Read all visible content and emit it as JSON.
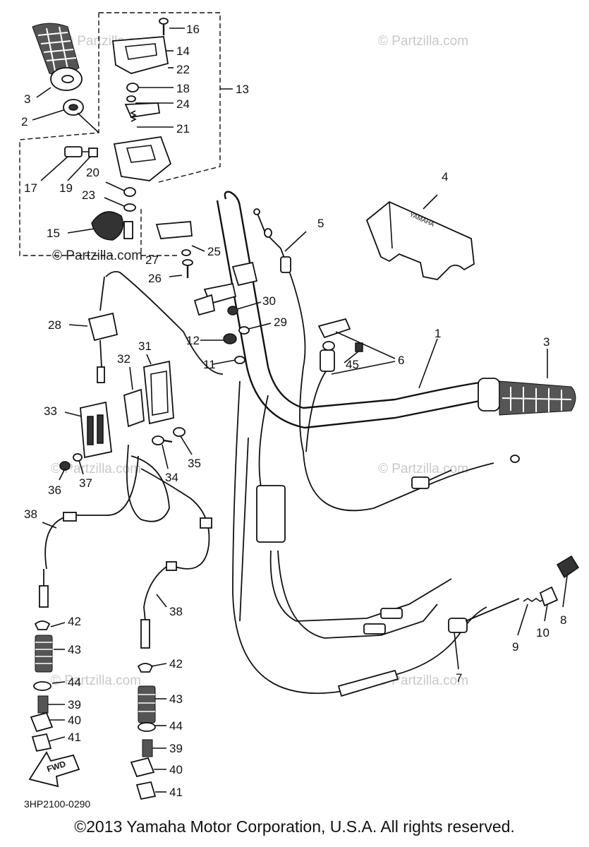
{
  "diagram_code": "3HP2100-0290",
  "copyright": "©2013 Yamaha Motor Corporation, U.S.A. All rights reserved.",
  "watermarks": {
    "partzilla": "© Partzilla.com",
    "partzilla_short": "Partzilla.com"
  },
  "brand_text": "YAMAHA",
  "fwd_label": "FWD",
  "callouts": [
    "16",
    "14",
    "22",
    "18",
    "24",
    "13",
    "21",
    "3",
    "2",
    "17",
    "19",
    "20",
    "23",
    "15",
    "25",
    "27",
    "26",
    "5",
    "4",
    "30",
    "29",
    "28",
    "12",
    "11",
    "31",
    "32",
    "45",
    "6",
    "1",
    "3",
    "33",
    "36",
    "37",
    "34",
    "35",
    "38",
    "42",
    "43",
    "44",
    "39",
    "40",
    "41",
    "38",
    "42",
    "43",
    "44",
    "39",
    "40",
    "41",
    "7",
    "9",
    "10",
    "8"
  ]
}
